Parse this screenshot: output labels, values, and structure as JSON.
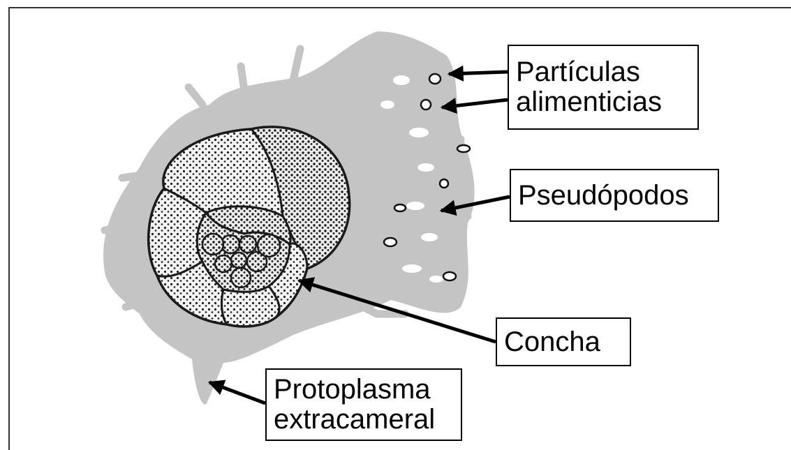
{
  "diagram": {
    "labels": {
      "particles": [
        "Partículas",
        "alimenticias"
      ],
      "pseudopods": "Pseudópodos",
      "shell": "Concha",
      "protoplasm": [
        "Protoplasma",
        "extracameral"
      ]
    },
    "colors": {
      "protoplasm": "#c4c4c4",
      "shell_fill": "#f2f2f2",
      "outline": "#1a1a1a",
      "arrow": "#000000"
    }
  }
}
